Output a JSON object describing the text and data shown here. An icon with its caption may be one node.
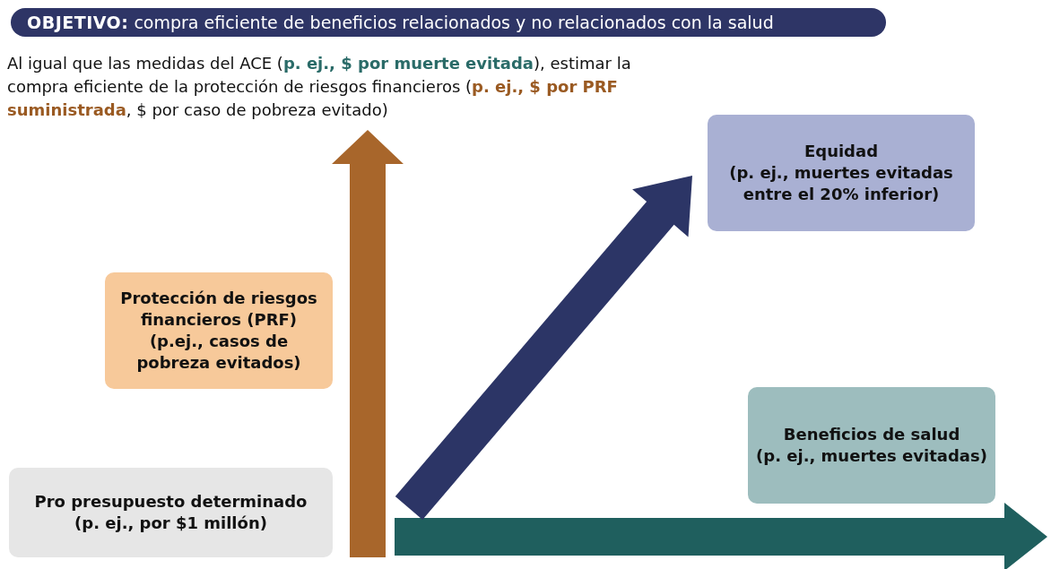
{
  "diagram": {
    "title": "**OBJETIVO:** compra eficiente de beneficios relacionados y no relacionados con la salud",
    "nodes": [
      {
        "text": [
          "Equidad",
          "(p. ej., muertes evitadas entre el 20% inferior)"
        ]
      },
      {
        "text": [
          "Protección de riesgos financieros (PRF)",
          "(p.ej., casos de pobreza evitados)"
        ]
      },
      {
        "text": [
          "Beneficios de salud",
          "(p. ej., muertes evitadas)"
        ]
      },
      {
        "text": [
          "Pro presupuesto determinado",
          "(p. ej., por $1 millón)"
        ]
      }
    ],
    "edges": [],
    "labels": [
      "Al igual que las medidas del ACE  (**p. ej., $ por muerte evitada**), estimar la compra eficiente de la protección de riesgos financieros (**p. ej., $ por PRF suministrada**, $ por caso de pobreza evitado)"
    ]
  }
}
